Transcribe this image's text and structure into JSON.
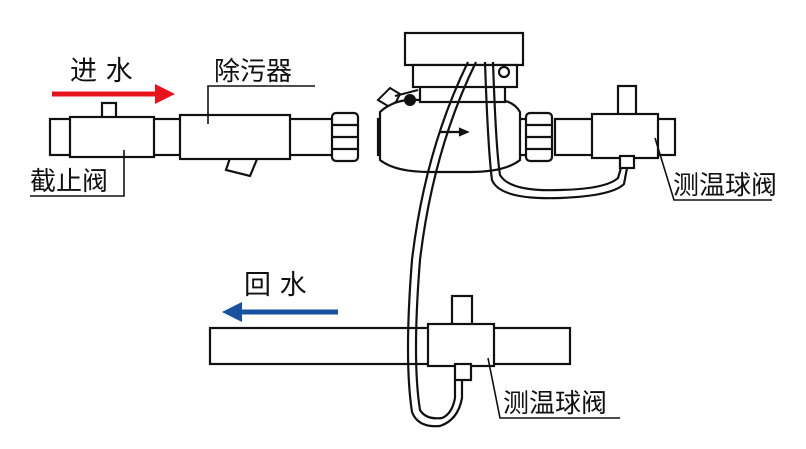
{
  "labels": {
    "inlet": "进 水",
    "return": "回 水",
    "strainer": "除污器",
    "stop_valve": "截止阀",
    "temp_valve_1": "测温球阀",
    "temp_valve_2": "测温球阀"
  },
  "colors": {
    "inlet_arrow": "#e8141c",
    "return_arrow": "#1a4fa0",
    "line": "#111111",
    "fill": "#ffffff"
  }
}
